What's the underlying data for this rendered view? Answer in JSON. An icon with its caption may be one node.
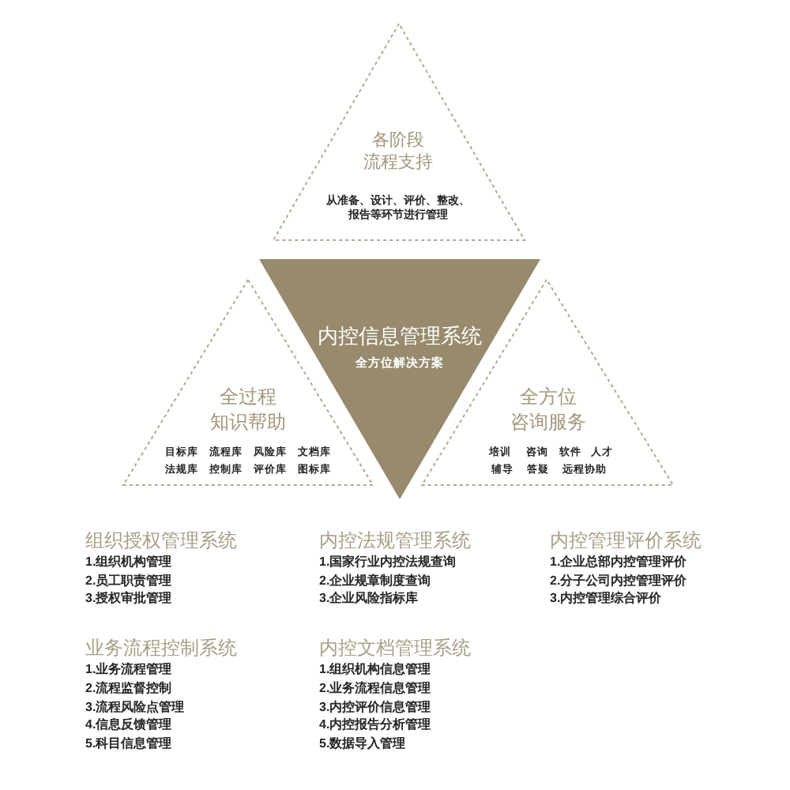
{
  "diagram": {
    "nodes": [
      {
        "text": [
          "各阶段流程支持",
          "从准备、设计、评价、整改、报告等环节进行管理"
        ]
      },
      {
        "text": [
          "内控信息管理系统",
          "全方位解决方案"
        ]
      },
      {
        "text": [
          "全过程知识帮助",
          "目标库",
          "流程库",
          "风险库",
          "文档库",
          "法规库",
          "控制库",
          "评价库",
          "图标库"
        ]
      },
      {
        "text": [
          "全方位咨询服务",
          "培训",
          "咨询",
          "软件",
          "人才",
          "辅导",
          "答疑",
          "远程协助"
        ]
      }
    ],
    "labels": [
      "组织授权管理系统",
      "1.组织机构管理",
      "2.员工职责管理",
      "3.授权审批管理",
      "内控法规管理系统",
      "1.国家行业内控法规查询",
      "2.企业规章制度查询",
      "3.企业风险指标库",
      "内控管理评价系统",
      "1.企业总部内控管理评价",
      "2.分子公司内控管理评价",
      "3.内控管理综合评价",
      "业务流程控制系统",
      "1.业务流程管理",
      "2.流程监督控制",
      "3.流程风险点管理",
      "4.信息反馈管理",
      "5.科目信息管理",
      "内控文档管理系统",
      "1.组织机构信息管理",
      "2.业务流程信息管理",
      "3.内控评价信息管理",
      "4.内控报告分析管理",
      "5.数据导入管理"
    ]
  }
}
